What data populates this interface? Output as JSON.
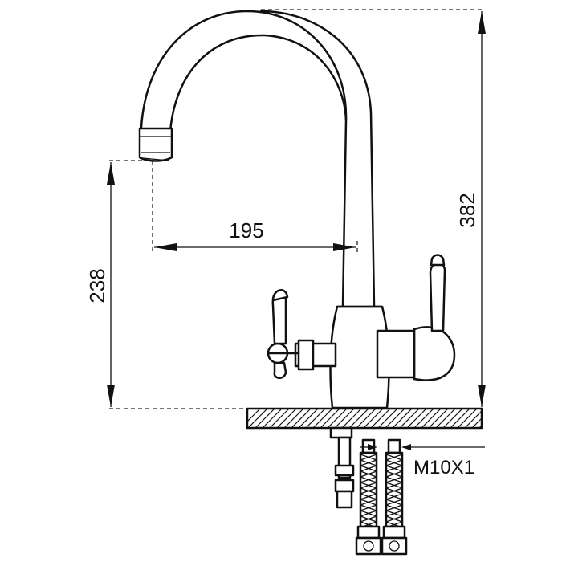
{
  "dimensions": {
    "height_total": "382",
    "spout_height": "238",
    "spout_reach": "195"
  },
  "connection_thread": "M10X1",
  "icons": {
    "faucet": "kitchen-faucet-drawing",
    "hoses": "braided-hose-icon"
  }
}
